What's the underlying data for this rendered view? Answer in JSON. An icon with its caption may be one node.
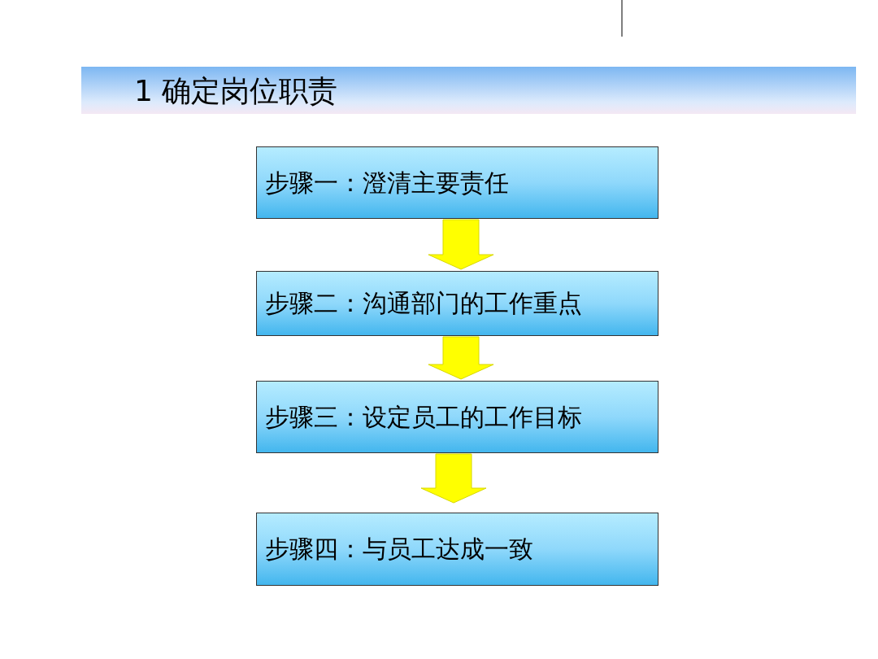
{
  "diagram": {
    "title": "1 确定岗位职责",
    "nodes": [
      {
        "text": [
          "步骤一：澄清主要责任"
        ]
      },
      {
        "text": [
          "步骤二：沟通部门的工作重点"
        ]
      },
      {
        "text": [
          "步骤三：设定员工的工作目标"
        ]
      },
      {
        "text": [
          "步骤四：与员工达成一致"
        ]
      }
    ],
    "edges": [
      {
        "from": 0,
        "to": 1,
        "arrow": "to"
      },
      {
        "from": 1,
        "to": 2,
        "arrow": "to"
      },
      {
        "from": 2,
        "to": 3,
        "arrow": "to"
      }
    ]
  }
}
